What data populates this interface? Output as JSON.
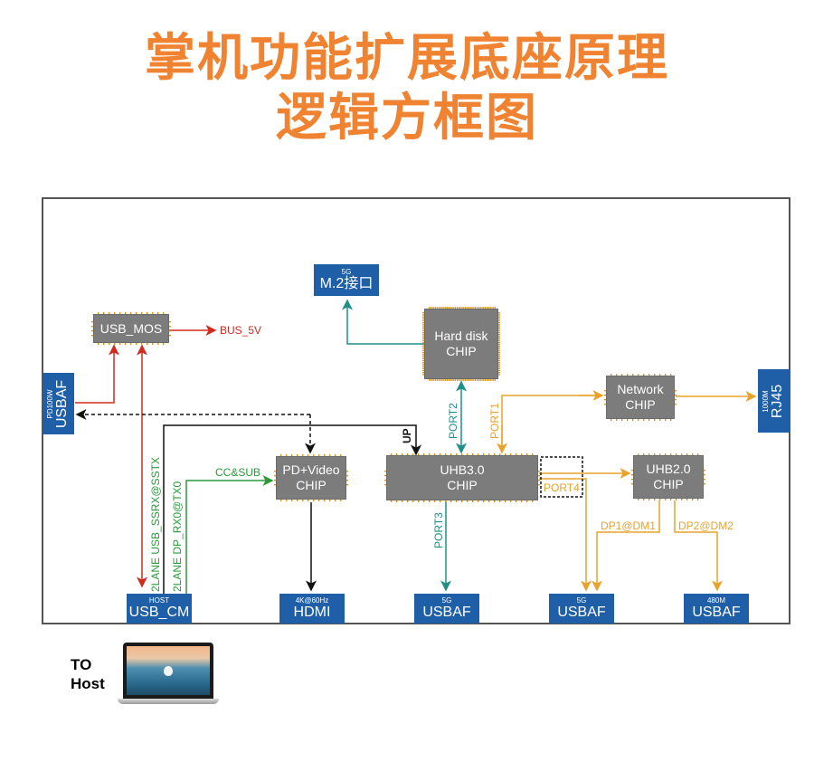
{
  "title": {
    "line1": "掌机功能扩展底座原理",
    "line2": "逻辑方框图"
  },
  "colors": {
    "title": "#ef8332",
    "port_block": "#1f5fa8",
    "chip": "#7c7c7c",
    "pin": "#e0951f",
    "power_line": "#d32a1e",
    "video_line": "#2a9a3a",
    "usb3_line": "#1e8f86",
    "usb2_line": "#e9a32b",
    "data_line": "#111111"
  },
  "chips": {
    "usb_mos": {
      "label1": "USB_MOS"
    },
    "hard_disk": {
      "label1": "Hard disk",
      "label2": "CHIP"
    },
    "network": {
      "label1": "Network",
      "label2": "CHIP"
    },
    "pd_video": {
      "label1": "PD+Video",
      "label2": "CHIP"
    },
    "uhb30": {
      "label1": "UHB3.0",
      "label2": "CHIP"
    },
    "uhb20": {
      "label1": "UHB2.0",
      "label2": "CHIP"
    }
  },
  "ports": {
    "m2": {
      "sub": "5G",
      "main": "M.2接口"
    },
    "pd_usbaf": {
      "sub": "PD100W",
      "main": "USBAF"
    },
    "rj45": {
      "sub": "1000M",
      "main": "RJ45"
    },
    "usb_cm": {
      "sub": "HOST",
      "main": "USB_CM"
    },
    "hdmi": {
      "sub": "4K@60Hz",
      "main": "HDMI"
    },
    "usbaf_port3": {
      "sub": "5G",
      "main": "USBAF"
    },
    "usbaf_port4": {
      "sub": "5G",
      "main": "USBAF"
    },
    "usbaf_480": {
      "sub": "480M",
      "main": "USBAF"
    }
  },
  "labels": {
    "bus_5v": "BUS_5V",
    "cc_sub": "CC&SUB",
    "lane_usb": "2LANE USB_SSRX@SSTX",
    "lane_dp": "2LANE DP_RX0@TX0",
    "up": "UP",
    "port1": "PORT1",
    "port2": "PORT2",
    "port3": "PORT3",
    "port4": "PORT4",
    "dp1": "DP1@DM1",
    "dp2": "DP2@DM2"
  },
  "host": {
    "label1": "TO",
    "label2": "Host"
  }
}
